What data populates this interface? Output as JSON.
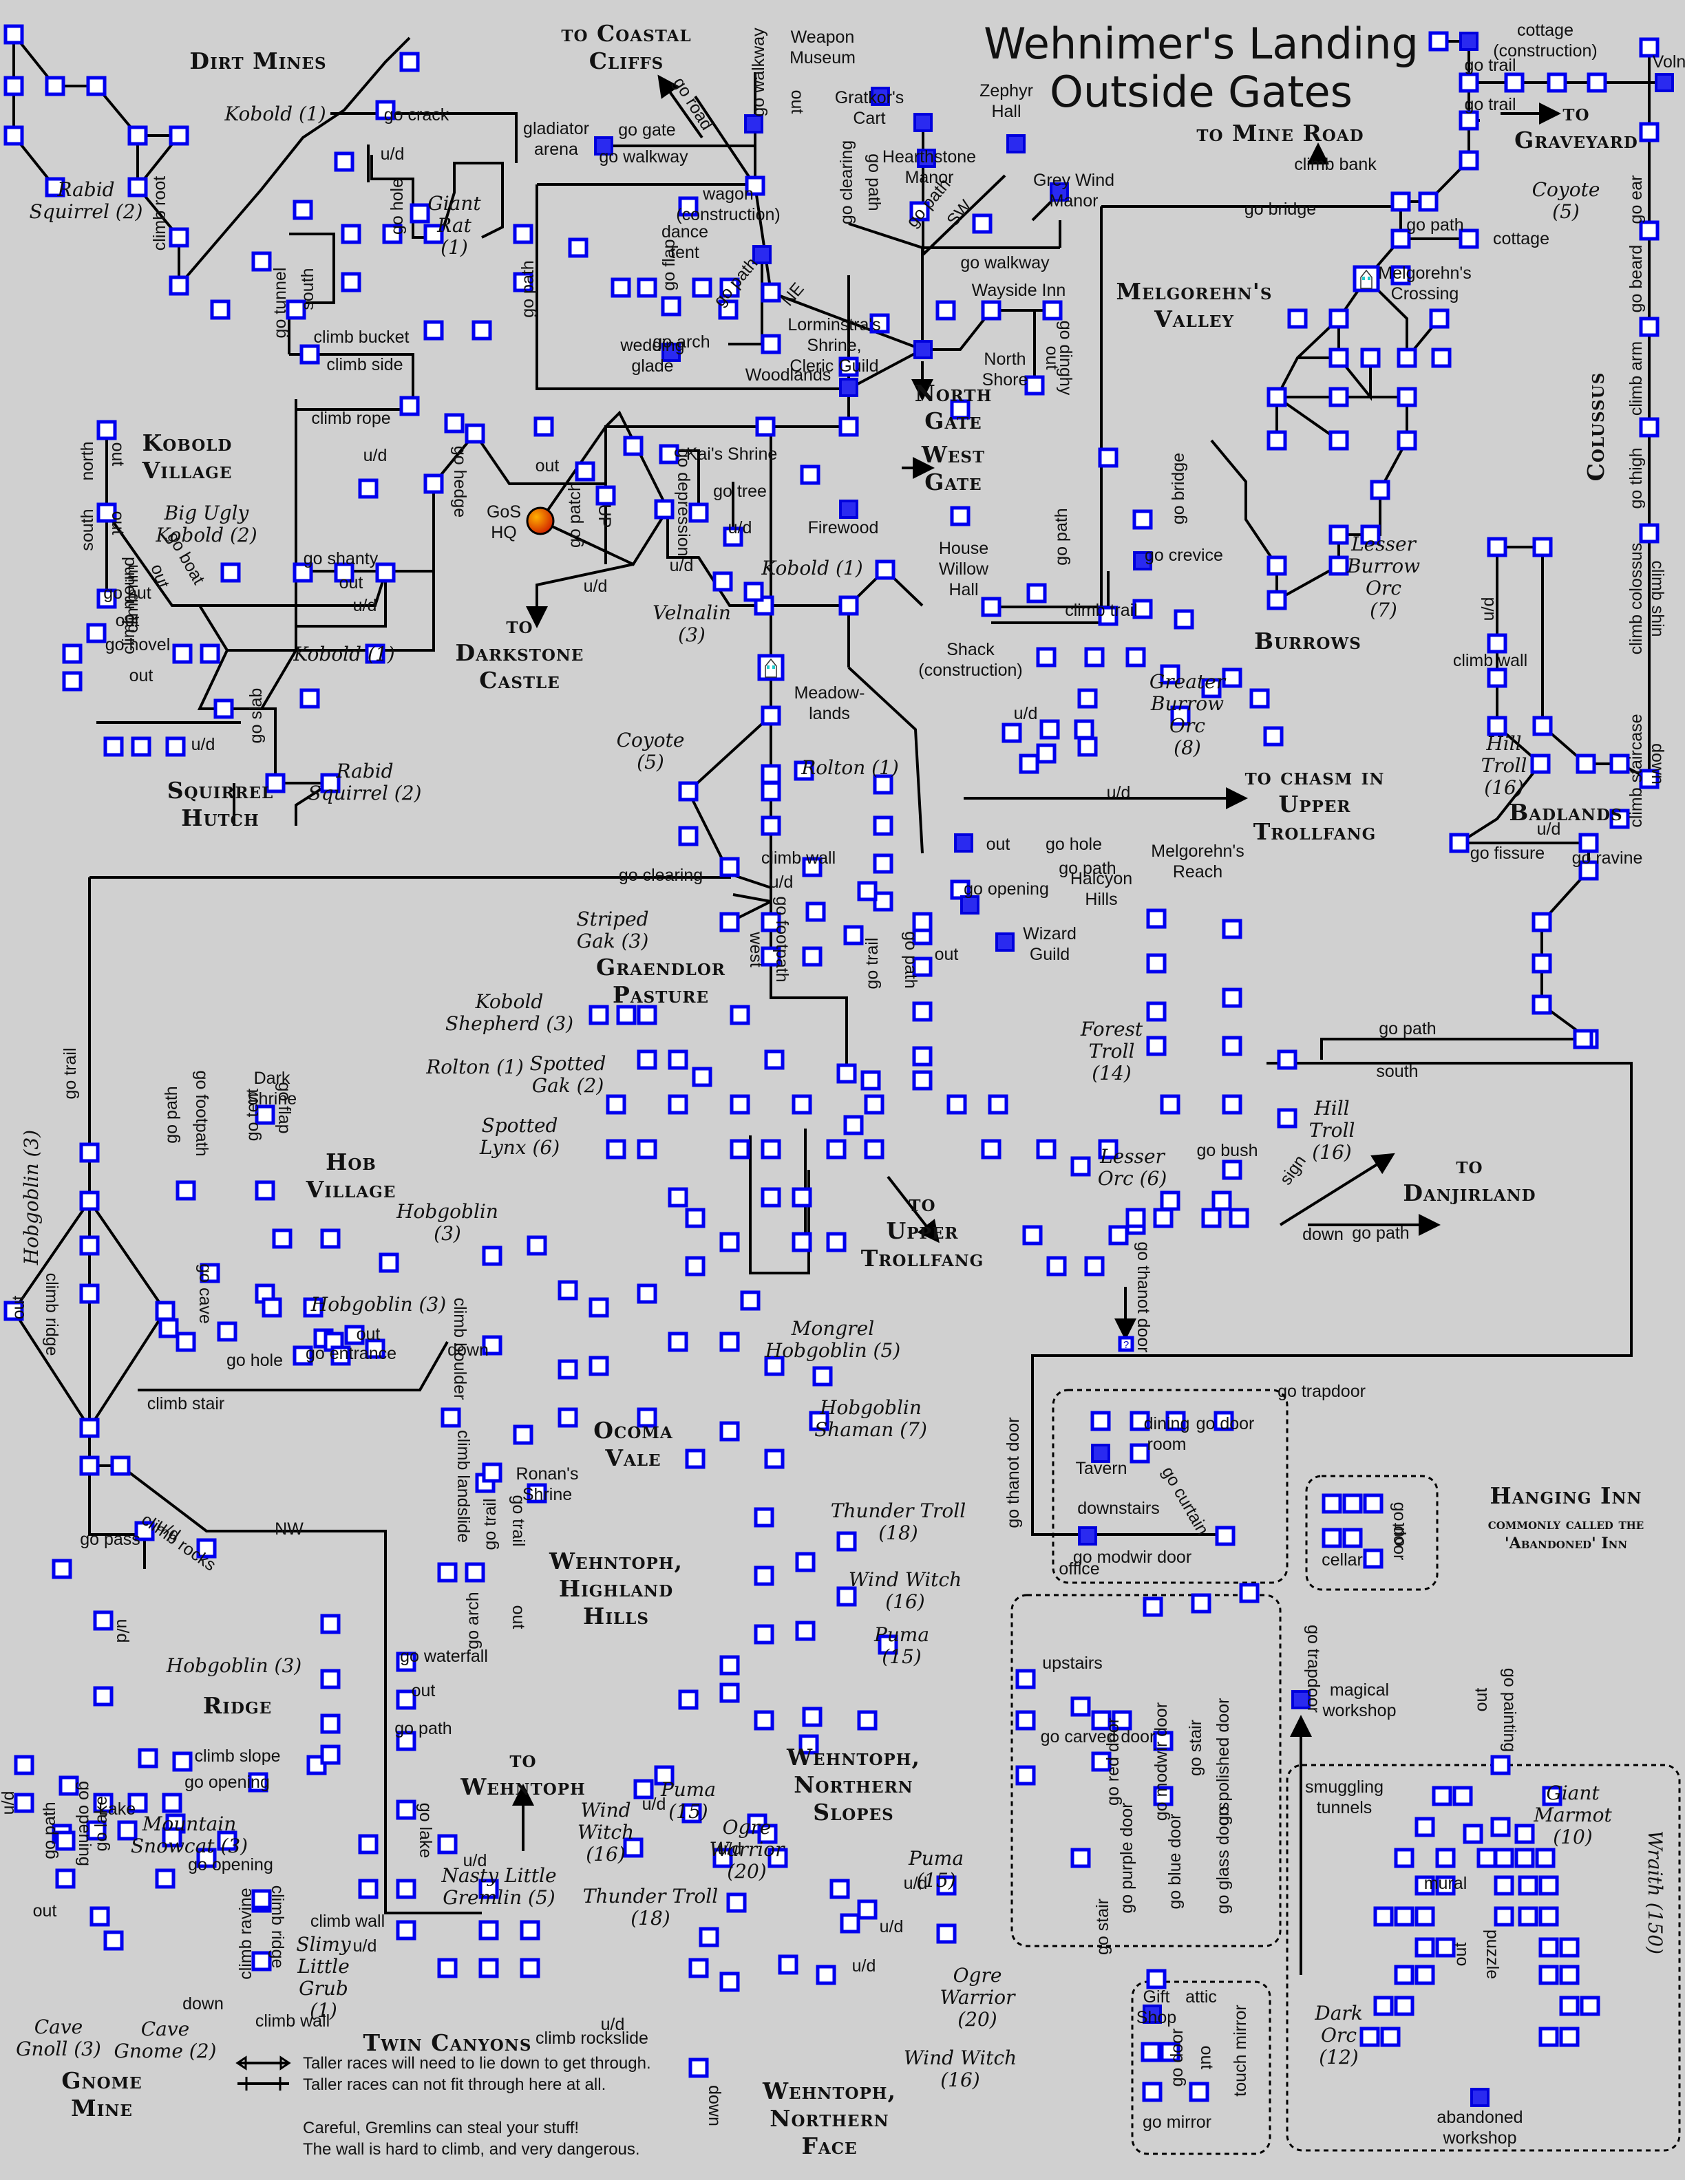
{
  "map": {
    "title_line1": "Wehnimer's Landing",
    "title_line2": "Outside Gates",
    "colors": {
      "background": "#d0d0d0",
      "room_border": "#0000ee",
      "room_fill": "#ffffff",
      "special_room_fill": "#2a2af0",
      "path": "#000000",
      "gos_hq": "#e04000"
    },
    "areas": [
      {
        "id": "dirt-mines",
        "lines": [
          "Dirt Mines"
        ]
      },
      {
        "id": "to-coastal-cliffs",
        "lines": [
          "to Coastal",
          "Cliffs"
        ]
      },
      {
        "id": "to-mine-road",
        "lines": [
          "to Mine Road"
        ]
      },
      {
        "id": "to-graveyard",
        "lines": [
          "to",
          "Graveyard"
        ]
      },
      {
        "id": "melgorehns-valley",
        "lines": [
          "Melgorehn's",
          "Valley"
        ]
      },
      {
        "id": "colussus",
        "lines": [
          "Colussus"
        ]
      },
      {
        "id": "kobold-village",
        "lines": [
          "Kobold",
          "Village"
        ]
      },
      {
        "id": "north-gate",
        "lines": [
          "North",
          "Gate"
        ]
      },
      {
        "id": "west-gate",
        "lines": [
          "West",
          "Gate"
        ]
      },
      {
        "id": "to-darkstone-castle",
        "lines": [
          "to",
          "Darkstone",
          "Castle"
        ]
      },
      {
        "id": "burrows",
        "lines": [
          "Burrows"
        ]
      },
      {
        "id": "squirrel-hutch",
        "lines": [
          "Squirrel",
          "Hutch"
        ]
      },
      {
        "id": "to-chasm",
        "lines": [
          "to chasm in",
          "Upper",
          "Trollfang"
        ]
      },
      {
        "id": "badlands",
        "lines": [
          "Badlands"
        ]
      },
      {
        "id": "graendlor-pasture",
        "lines": [
          "Graendlor",
          "Pasture"
        ]
      },
      {
        "id": "hob-village",
        "lines": [
          "Hob",
          "Village"
        ]
      },
      {
        "id": "to-upper-trollfang",
        "lines": [
          "to",
          "Upper",
          "Trollfang"
        ]
      },
      {
        "id": "to-danjirland",
        "lines": [
          "to",
          "Danjirland"
        ]
      },
      {
        "id": "ocoma-vale",
        "lines": [
          "Ocoma",
          "Vale"
        ]
      },
      {
        "id": "hanging-inn",
        "lines": [
          "Hanging Inn"
        ]
      },
      {
        "id": "wehntoph-highland-hills",
        "lines": [
          "Wehntoph,",
          "Highland",
          "Hills"
        ]
      },
      {
        "id": "ridge",
        "lines": [
          "Ridge"
        ]
      },
      {
        "id": "to-wehntoph",
        "lines": [
          "to",
          "Wehntoph"
        ]
      },
      {
        "id": "wehntoph-northern-slopes",
        "lines": [
          "Wehntoph,",
          "Northern",
          "Slopes"
        ]
      },
      {
        "id": "twin-canyons",
        "lines": [
          "Twin Canyons"
        ]
      },
      {
        "id": "gnome-mine",
        "lines": [
          "Gnome",
          "Mine"
        ]
      },
      {
        "id": "wehntoph-northern-face",
        "lines": [
          "Wehntoph,",
          "Northern",
          "Face"
        ]
      }
    ],
    "hanging_inn_subtitle": [
      "commonly called the",
      "'Abandoned' Inn"
    ],
    "creatures": [
      {
        "id": "kobold-dm",
        "lines": [
          "Kobold (1)"
        ]
      },
      {
        "id": "rabid-squirrel-dm",
        "lines": [
          "Rabid",
          "Squirrel (2)"
        ]
      },
      {
        "id": "giant-rat",
        "lines": [
          "Giant",
          "Rat",
          "(1)"
        ]
      },
      {
        "id": "coyote-ne",
        "lines": [
          "Coyote",
          "(5)"
        ]
      },
      {
        "id": "big-ugly-kobold",
        "lines": [
          "Big Ugly",
          "Kobold (2)"
        ]
      },
      {
        "id": "kobold-kv",
        "lines": [
          "Kobold (1)"
        ]
      },
      {
        "id": "rabid-squirrel-sh",
        "lines": [
          "Rabid",
          "Squirrel (2)"
        ]
      },
      {
        "id": "velnalin",
        "lines": [
          "Velnalin",
          "(3)"
        ]
      },
      {
        "id": "kobold-gate",
        "lines": [
          "Kobold (1)"
        ]
      },
      {
        "id": "lesser-burrow-orc",
        "lines": [
          "Lesser",
          "Burrow",
          "Orc",
          "(7)"
        ]
      },
      {
        "id": "greater-burrow-orc",
        "lines": [
          "Greater",
          "Burrow",
          "Orc",
          "(8)"
        ]
      },
      {
        "id": "coyote-mid",
        "lines": [
          "Coyote",
          "(5)"
        ]
      },
      {
        "id": "rolton-mid",
        "lines": [
          "Rolton (1)"
        ]
      },
      {
        "id": "hill-troll-badlands",
        "lines": [
          "Hill",
          "Troll",
          "(16)"
        ]
      },
      {
        "id": "striped-gak",
        "lines": [
          "Striped",
          "Gak (3)"
        ]
      },
      {
        "id": "kobold-shepherd",
        "lines": [
          "Kobold",
          "Shepherd (3)"
        ]
      },
      {
        "id": "rolton-gp",
        "lines": [
          "Rolton (1)"
        ]
      },
      {
        "id": "spotted-gak",
        "lines": [
          "Spotted",
          "Gak (2)"
        ]
      },
      {
        "id": "spotted-lynx",
        "lines": [
          "Spotted",
          "Lynx (6)"
        ]
      },
      {
        "id": "forest-troll",
        "lines": [
          "Forest",
          "Troll",
          "(14)"
        ]
      },
      {
        "id": "hill-troll-dj",
        "lines": [
          "Hill",
          "Troll",
          "(16)"
        ]
      },
      {
        "id": "lesser-orc",
        "lines": [
          "Lesser",
          "Orc (6)"
        ]
      },
      {
        "id": "hobgoblin-left",
        "lines": [
          "Hobgoblin (3)"
        ]
      },
      {
        "id": "hobgoblin-hv1",
        "lines": [
          "Hobgoblin",
          "(3)"
        ]
      },
      {
        "id": "hobgoblin-hv2",
        "lines": [
          "Hobgoblin (3)"
        ]
      },
      {
        "id": "mongrel-hobgoblin",
        "lines": [
          "Mongrel",
          "Hobgoblin (5)"
        ]
      },
      {
        "id": "hobgoblin-shaman",
        "lines": [
          "Hobgoblin",
          "Shaman (7)"
        ]
      },
      {
        "id": "thunder-troll-hh",
        "lines": [
          "Thunder Troll",
          "(18)"
        ]
      },
      {
        "id": "wind-witch-hh",
        "lines": [
          "Wind Witch",
          "(16)"
        ]
      },
      {
        "id": "puma-hh",
        "lines": [
          "Puma",
          "(15)"
        ]
      },
      {
        "id": "hobgoblin-ridge",
        "lines": [
          "Hobgoblin (3)"
        ]
      },
      {
        "id": "mountain-snowcat",
        "lines": [
          "Mountain",
          "Snowcat (3)"
        ]
      },
      {
        "id": "puma-ns",
        "lines": [
          "Puma",
          "(15)"
        ]
      },
      {
        "id": "wind-witch-ns",
        "lines": [
          "Wind",
          "Witch",
          "(16)"
        ]
      },
      {
        "id": "ogre-warrior-ns",
        "lines": [
          "Ogre",
          "Warrior",
          "(20)"
        ]
      },
      {
        "id": "nasty-little-gremlin",
        "lines": [
          "Nasty Little",
          "Gremlin (5)"
        ]
      },
      {
        "id": "thunder-troll-ns",
        "lines": [
          "Thunder Troll",
          "(18)"
        ]
      },
      {
        "id": "slimy-little-grub",
        "lines": [
          "Slimy",
          "Little",
          "Grub",
          "(1)"
        ]
      },
      {
        "id": "puma-nf",
        "lines": [
          "Puma",
          "(15)"
        ]
      },
      {
        "id": "ogre-warrior-nf",
        "lines": [
          "Ogre",
          "Warrior",
          "(20)"
        ]
      },
      {
        "id": "wind-witch-nf",
        "lines": [
          "Wind Witch",
          "(16)"
        ]
      },
      {
        "id": "cave-gnoll",
        "lines": [
          "Cave",
          "Gnoll (3)"
        ]
      },
      {
        "id": "cave-gnome",
        "lines": [
          "Cave",
          "Gnome (2)"
        ]
      },
      {
        "id": "giant-marmot",
        "lines": [
          "Giant",
          "Marmot",
          "(10)"
        ]
      },
      {
        "id": "dark-orc",
        "lines": [
          "Dark",
          "Orc",
          "(12)"
        ]
      },
      {
        "id": "wraith",
        "lines": [
          "Wraith",
          "(150)"
        ]
      }
    ],
    "places": [
      {
        "id": "weapon-museum",
        "lines": [
          "Weapon",
          "Museum"
        ]
      },
      {
        "id": "gladiator-arena",
        "lines": [
          "gladiator",
          "arena"
        ]
      },
      {
        "id": "gratkors-cart",
        "lines": [
          "Gratkor's",
          "Cart"
        ]
      },
      {
        "id": "zephyr-hall",
        "lines": [
          "Zephyr",
          "Hall"
        ]
      },
      {
        "id": "hearthstone-manor",
        "lines": [
          "Hearthstone",
          "Manor"
        ]
      },
      {
        "id": "grey-wind-manor",
        "lines": [
          "Grey Wind",
          "Manor"
        ]
      },
      {
        "id": "wagon",
        "lines": [
          "wagon",
          "(construction)"
        ]
      },
      {
        "id": "dance-tent",
        "lines": [
          "dance",
          "tent"
        ]
      },
      {
        "id": "wedding-glade",
        "lines": [
          "wedding",
          "glade"
        ]
      },
      {
        "id": "wayside-inn",
        "lines": [
          "Wayside Inn"
        ]
      },
      {
        "id": "lorminstras-shrine",
        "lines": [
          "Lorminstra's",
          "Shrine,",
          "Cleric Guild"
        ]
      },
      {
        "id": "woodlands",
        "lines": [
          "Woodlands"
        ]
      },
      {
        "id": "north-shore",
        "lines": [
          "North",
          "Shore"
        ]
      },
      {
        "id": "cottage-construction",
        "lines": [
          "cottage",
          "(construction)"
        ]
      },
      {
        "id": "voln",
        "lines": [
          "Voln"
        ]
      },
      {
        "id": "cottage",
        "lines": [
          "cottage"
        ]
      },
      {
        "id": "melgorehns-crossing",
        "lines": [
          "Melgorehn's",
          "Crossing"
        ]
      },
      {
        "id": "gos-hq",
        "lines": [
          "GoS",
          "HQ"
        ]
      },
      {
        "id": "kais-shrine",
        "lines": [
          "Kai's Shrine"
        ]
      },
      {
        "id": "firewood",
        "lines": [
          "Firewood"
        ]
      },
      {
        "id": "house-willow-hall",
        "lines": [
          "House",
          "Willow",
          "Hall"
        ]
      },
      {
        "id": "shack",
        "lines": [
          "Shack",
          "(construction)"
        ]
      },
      {
        "id": "meadowlands",
        "lines": [
          "Meadow-",
          "lands"
        ]
      },
      {
        "id": "melgorehns-reach",
        "lines": [
          "Melgorehn's",
          "Reach"
        ]
      },
      {
        "id": "halcyon-hills",
        "lines": [
          "Halcyon",
          "Hills"
        ]
      },
      {
        "id": "wizard-guild",
        "lines": [
          "Wizard",
          "Guild"
        ]
      },
      {
        "id": "dark-shrine",
        "lines": [
          "Dark",
          "Shrine"
        ]
      },
      {
        "id": "ronans-shrine",
        "lines": [
          "Ronan's",
          "Shrine"
        ]
      },
      {
        "id": "lake",
        "lines": [
          "Lake"
        ]
      },
      {
        "id": "tavern",
        "lines": [
          "Tavern"
        ]
      },
      {
        "id": "dining-room",
        "lines": [
          "dining",
          "room"
        ]
      },
      {
        "id": "office",
        "lines": [
          "office"
        ]
      },
      {
        "id": "magical-workshop",
        "lines": [
          "magical",
          "workshop"
        ]
      },
      {
        "id": "gift-shop",
        "lines": [
          "Gift",
          "Shop"
        ]
      },
      {
        "id": "mural",
        "lines": [
          "mural"
        ]
      },
      {
        "id": "abandoned-workshop",
        "lines": [
          "abandoned",
          "workshop"
        ]
      },
      {
        "id": "downstairs",
        "lines": [
          "downstairs"
        ]
      },
      {
        "id": "cellar",
        "lines": [
          "cellar"
        ]
      },
      {
        "id": "upstairs",
        "lines": [
          "upstairs"
        ]
      },
      {
        "id": "attic",
        "lines": [
          "attic"
        ]
      },
      {
        "id": "smuggling-tunnels",
        "lines": [
          "smuggling",
          "tunnels"
        ]
      }
    ],
    "commands": [
      "go crack",
      "u/d",
      "go hole",
      "climb root",
      "go tunnel",
      "south",
      "climb bucket",
      "climb side",
      "climb rope",
      "go road",
      "go walkway",
      "out",
      "go gate",
      "go walkway",
      "go path",
      "go flap",
      "go arch",
      "go path",
      "NE",
      "go clearing",
      "go path",
      "go path",
      "SW",
      "go walkway",
      "go dinghy",
      "out",
      "go trail",
      "go trail",
      "climb bank",
      "go bridge",
      "go path",
      "go ear",
      "go beard",
      "climb arm",
      "go thigh",
      "climb colossus",
      "climb shin",
      "climb staircase",
      "down",
      "north",
      "out",
      "south",
      "out",
      "go boat",
      "out",
      "go hut",
      "out",
      "go hovel",
      "out",
      "climb mound",
      "climb rim",
      "go shanty",
      "out",
      "u/d",
      "u/d",
      "go hedge",
      "go slab",
      "u/d",
      "out",
      "go patch",
      "UP",
      "go depression",
      "go tree",
      "u/d",
      "u/d",
      "u/d",
      "go path",
      "climb trail",
      "go bridge",
      "go crevice",
      "u/d",
      "u/d",
      "climb wall",
      "u/d",
      "u/d",
      "go fissure",
      "go ravine",
      "climb wall",
      "u/d",
      "go clearing",
      "west",
      "go footpath",
      "out",
      "go hole",
      "go path",
      "go opening",
      "out",
      "go trail",
      "go path",
      "go path",
      "south",
      "go bush",
      "go thanot door",
      "down",
      "go path",
      "sign",
      "go trail",
      "go path",
      "go footpath",
      "go tent",
      "go flap",
      "go cave",
      "out",
      "go hole",
      "go entrance",
      "climb stair",
      "out",
      "climb ridge",
      "climb boulder",
      "down",
      "climb landslide",
      "u/d",
      "climb rocks",
      "go pass",
      "NW",
      "go trail",
      "go trail",
      "go arch",
      "out",
      "go waterfall",
      "out",
      "go path",
      "u/d",
      "u/d",
      "climb slope",
      "go opening",
      "go opening",
      "go path",
      "go opening",
      "go lake",
      "out",
      "go lake",
      "u/d",
      "climb ravine",
      "climb ridge",
      "climb wall",
      "down",
      "u/d",
      "climb rockslide",
      "down",
      "climb wall",
      "u/d",
      "u/d",
      "u/d",
      "u/d",
      "u/d",
      "u/d",
      "go thanot door",
      "go trapdoor",
      "go door",
      "go curtain",
      "go modwir door",
      "go door",
      "out",
      "go carved door",
      "go red door",
      "go modwir door",
      "go stair",
      "go polished door",
      "go purple door",
      "go blue door",
      "go glass doors",
      "go trapdoor",
      "out",
      "go painting",
      "go stair",
      "go door",
      "out",
      "touch mirror",
      "go mirror",
      "out",
      "puzzle"
    ],
    "legend": {
      "lie_down": "Taller races will need to lie down to get through.",
      "cannot_fit": "Taller races can not fit through here at all.",
      "warning1": "Careful, Gremlins can steal your stuff!",
      "warning2": "The wall is hard to climb, and very dangerous."
    },
    "unknown_room_glyph": "?"
  }
}
